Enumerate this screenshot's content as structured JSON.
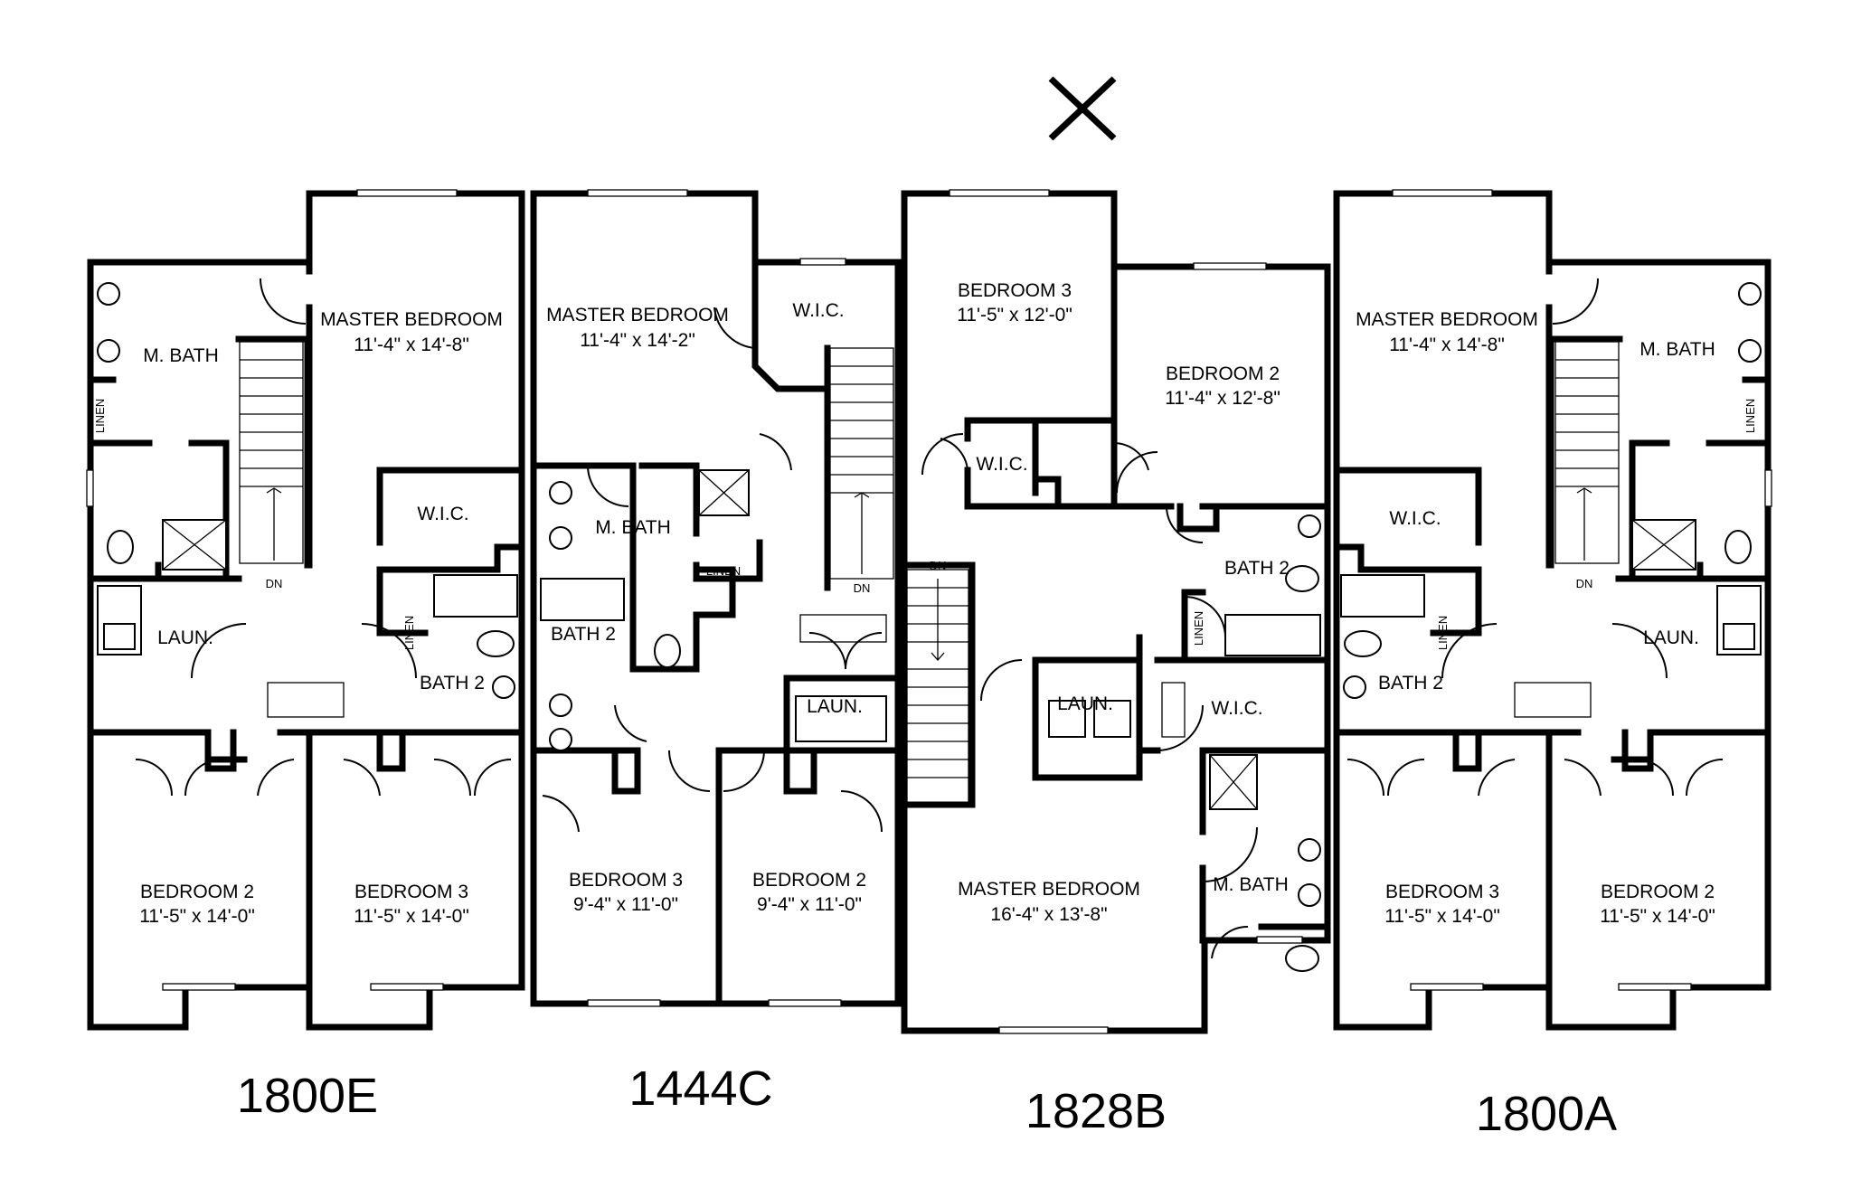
{
  "units": [
    {
      "code": "1800E",
      "rooms": [
        {
          "name": "MASTER BEDROOM",
          "size": "11'-4\" x 14'-8\""
        },
        {
          "name": "M. BATH"
        },
        {
          "name": "W.I.C."
        },
        {
          "name": "LAUN."
        },
        {
          "name": "BATH 2"
        },
        {
          "name": "BEDROOM 2",
          "size": "11'-5\" x 14'-0\""
        },
        {
          "name": "BEDROOM 3",
          "size": "11'-5\" x 14'-0\""
        }
      ],
      "labels": [
        "LINEN",
        "LINEN",
        "DN"
      ]
    },
    {
      "code": "1444C",
      "rooms": [
        {
          "name": "MASTER BEDROOM",
          "size": "11'-4\" x 14'-2\""
        },
        {
          "name": "W.I.C."
        },
        {
          "name": "M. BATH"
        },
        {
          "name": "BATH 2"
        },
        {
          "name": "LAUN."
        },
        {
          "name": "BEDROOM 3",
          "size": "9'-4\" x 11'-0\""
        },
        {
          "name": "BEDROOM 2",
          "size": "9'-4\" x 11'-0\""
        }
      ],
      "labels": [
        "LINEN",
        "DN"
      ]
    },
    {
      "code": "1828B",
      "rooms": [
        {
          "name": "BEDROOM 3",
          "size": "11'-5\" x 12'-0\""
        },
        {
          "name": "BEDROOM 2",
          "size": "11'-4\" x 12'-8\""
        },
        {
          "name": "W.I.C."
        },
        {
          "name": "BATH 2"
        },
        {
          "name": "LAUN."
        },
        {
          "name": "W.I.C."
        },
        {
          "name": "MASTER BEDROOM",
          "size": "16'-4\" x 13'-8\""
        },
        {
          "name": "M. BATH"
        }
      ],
      "labels": [
        "LINEN",
        "DN"
      ]
    },
    {
      "code": "1800A",
      "rooms": [
        {
          "name": "MASTER BEDROOM",
          "size": "11'-4\" x 14'-8\""
        },
        {
          "name": "M. BATH"
        },
        {
          "name": "W.I.C."
        },
        {
          "name": "LAUN."
        },
        {
          "name": "BATH 2"
        },
        {
          "name": "BEDROOM 3",
          "size": "11'-5\" x 14'-0\""
        },
        {
          "name": "BEDROOM 2",
          "size": "11'-5\" x 14'-0\""
        }
      ],
      "labels": [
        "LINEN",
        "LINEN",
        "DN"
      ]
    }
  ],
  "marker": "X"
}
